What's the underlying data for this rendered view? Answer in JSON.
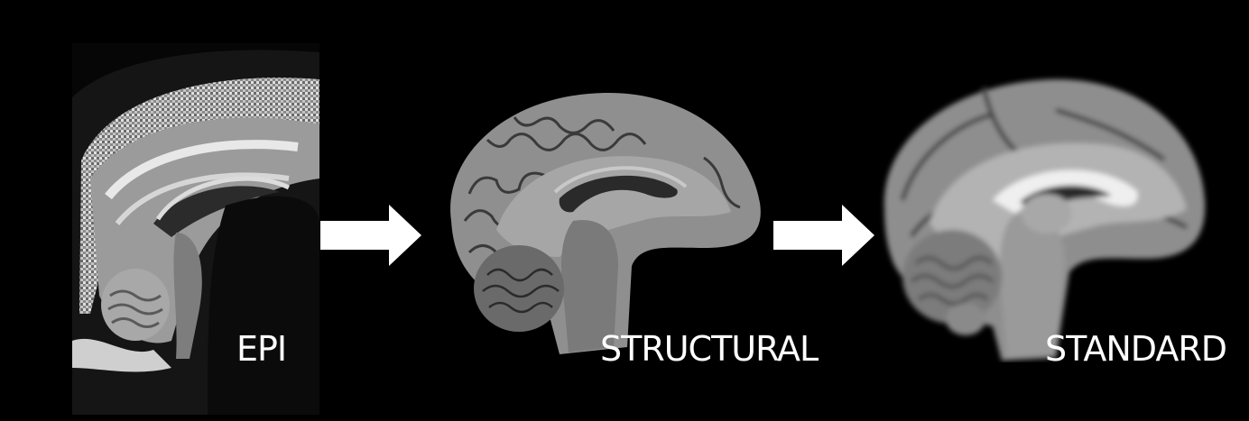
{
  "background_color": "#000000",
  "stages": [
    {
      "id": "epi",
      "label": "EPI"
    },
    {
      "id": "structural",
      "label": "STRUCTURAL"
    },
    {
      "id": "standard",
      "label": "STANDARD"
    }
  ],
  "arrows": [
    {
      "from": "epi",
      "to": "structural",
      "icon": "right-arrow-icon"
    },
    {
      "from": "structural",
      "to": "standard",
      "icon": "right-arrow-icon"
    }
  ],
  "colors": {
    "arrow": "#ffffff",
    "label": "#ffffff"
  }
}
